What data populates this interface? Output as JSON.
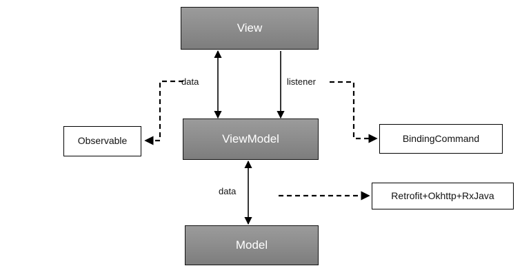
{
  "diagram": {
    "title": "MVVM architecture diagram",
    "background_color": "#ffffff",
    "nodes": {
      "view": {
        "label": "View",
        "style": "filled-gray",
        "fill_color": "#8e8e8e",
        "text_color": "#ffffff"
      },
      "viewmodel": {
        "label": "ViewModel",
        "style": "filled-gray",
        "fill_color": "#8e8e8e",
        "text_color": "#ffffff"
      },
      "model": {
        "label": "Model",
        "style": "filled-gray",
        "fill_color": "#8e8e8e",
        "text_color": "#ffffff"
      },
      "observable": {
        "label": "Observable",
        "style": "outlined-white",
        "fill_color": "#ffffff",
        "text_color": "#111111"
      },
      "binding_command": {
        "label": "BindingCommand",
        "style": "outlined-white",
        "fill_color": "#ffffff",
        "text_color": "#111111"
      },
      "network_stack": {
        "label": "Retrofit+Okhttp+RxJava",
        "style": "outlined-white",
        "fill_color": "#ffffff",
        "text_color": "#111111"
      }
    },
    "edge_labels": {
      "data_observable": "data",
      "listener": "listener",
      "data_model": "data"
    },
    "connections": [
      {
        "name": "view-viewmodel",
        "from": "View",
        "to": "ViewModel",
        "line": "solid",
        "arrows": "both",
        "label": ""
      },
      {
        "name": "view-viewmodel-listener",
        "from": "View",
        "to": "ViewModel",
        "line": "solid",
        "arrows": "to",
        "label": "listener"
      },
      {
        "name": "viewmodel-observable",
        "from": "ViewModel",
        "to": "Observable",
        "line": "dashed",
        "arrows": "to",
        "label": "data"
      },
      {
        "name": "view-bindingcommand",
        "from": "View",
        "to": "BindingCommand",
        "line": "dashed",
        "arrows": "to",
        "label": "listener"
      },
      {
        "name": "viewmodel-model",
        "from": "ViewModel",
        "to": "Model",
        "line": "solid",
        "arrows": "both",
        "label": "data"
      },
      {
        "name": "viewmodel-network",
        "from": "ViewModel",
        "to": "Retrofit+Okhttp+RxJava",
        "line": "dashed",
        "arrows": "to",
        "label": ""
      }
    ]
  }
}
